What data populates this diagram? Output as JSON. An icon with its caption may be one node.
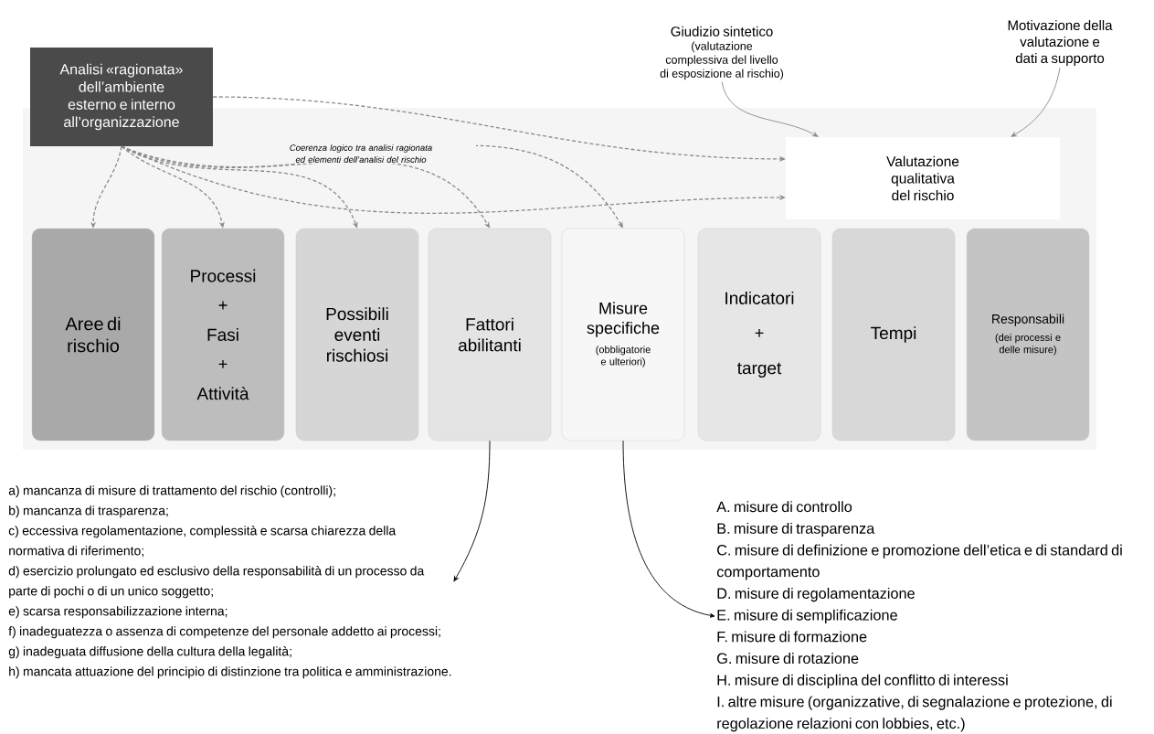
{
  "diagram": {
    "nodes": [
      {
        "text": [
          "Analisi «ragionata» dell’ambiente esterno e interno all’organizzazione"
        ]
      },
      {
        "text": [
          "Giudizio sintetico",
          "(valutazione complessiva del livello di esposizione al rischio)"
        ]
      },
      {
        "text": [
          "Motivazione della valutazione e dati a supporto"
        ]
      },
      {
        "text": [
          "Valutazione qualitativa del rischio"
        ]
      },
      {
        "text": [
          "Aree di rischio"
        ]
      },
      {
        "text": [
          "Processi",
          "+",
          "Fasi",
          "+",
          "Attività"
        ]
      },
      {
        "text": [
          "Possibili eventi rischiosi"
        ]
      },
      {
        "text": [
          "Fattori abilitanti"
        ]
      },
      {
        "text": [
          "Misure specifiche",
          "(obbligatorie e ulteriori)"
        ]
      },
      {
        "text": [
          "Indicatori",
          "+",
          "target"
        ]
      },
      {
        "text": [
          "Tempi"
        ]
      },
      {
        "text": [
          "Responsabili",
          "(dei processi e delle misure)"
        ]
      },
      {
        "text": [
          "a) mancanza di misure di trattamento del rischio (controlli);",
          "b) mancanza di trasparenza;",
          "c) eccessiva regolamentazione, complessità e scarsa chiarezza della normativa di riferimento;",
          "d) esercizio prolungato ed esclusivo della responsabilità di un processo da parte di pochi o di un unico soggetto;",
          "e) scarsa responsabilizzazione interna;",
          "f) inadeguatezza o assenza di competenze del personale addetto ai processi;",
          "g) inadeguata diffusione della cultura della legalità;",
          "h) mancata attuazione del principio di distinzione tra politica e amministrazione."
        ]
      },
      {
        "text": [
          "A. misure di controllo",
          "B. misure di trasparenza",
          "C. misure di definizione e promozione dell’etica e di standard di comportamento",
          "D. misure di regolamentazione",
          "E. misure di semplificazione",
          "F. misure di formazione",
          "G. misure di rotazione",
          "H. misure di disciplina del conflitto di interessi",
          "I. altre misure (organizzative, di segnalazione e protezione, di regolazione relazioni con lobbies, etc.)"
        ]
      }
    ],
    "edges": [
      {
        "from": 0,
        "to": 4,
        "arrow": "to",
        "style": "dashed"
      },
      {
        "from": 0,
        "to": 5,
        "arrow": "to",
        "style": "dashed"
      },
      {
        "from": 0,
        "to": 6,
        "arrow": "to",
        "style": "dashed"
      },
      {
        "from": 0,
        "to": 7,
        "arrow": "to",
        "style": "dashed"
      },
      {
        "from": 0,
        "to": 8,
        "arrow": "to",
        "style": "dashed"
      },
      {
        "from": 0,
        "to": 3,
        "arrow": "to",
        "style": "dashed"
      },
      {
        "from": 0,
        "to": 3,
        "arrow": "to",
        "style": "dashed"
      },
      {
        "from": 1,
        "to": 3,
        "arrow": "to"
      },
      {
        "from": 2,
        "to": 3,
        "arrow": "to"
      },
      {
        "from": 7,
        "to": 12,
        "arrow": "to",
        "color": "#000000"
      },
      {
        "from": 8,
        "to": 13,
        "arrow": "to",
        "color": "#000000"
      }
    ],
    "labels": [
      "Coerenza logico tra analisi ragionata ed elementi dell’analisi del rischio"
    ]
  }
}
